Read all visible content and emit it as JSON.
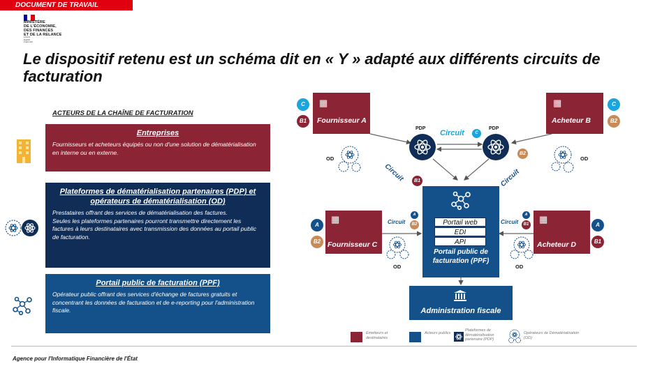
{
  "header": {
    "ribbon": "DOCUMENT DE TRAVAIL",
    "ministry": [
      "MINISTÈRE",
      "DE L'ÉCONOMIE,",
      "DES FINANCES",
      "ET DE LA RELANCE"
    ],
    "motto": [
      "Liberté",
      "Égalité",
      "Fraternité"
    ]
  },
  "title": "Le dispositif retenu est un schéma dit en « Y » adapté aux différents circuits de facturation",
  "actors": {
    "heading": "ACTEURS DE LA CHAÎNE DE FACTURATION",
    "entreprises": {
      "title": "Entreprises",
      "text": "Fournisseurs et acheteurs équipés ou non d'une solution de dématérialisation en interne ou en externe."
    },
    "pdp": {
      "title": "Plateformes de dématérialisation partenaires (PDP) et opérateurs de dématérialisation (OD)",
      "text1": "Prestataires offrant des services de dématérialisation des factures.",
      "text2": "Seules les plateformes partenaires pourront transmettre directement les factures à leurs destinataires avec transmission des données au portail public de facturation."
    },
    "ppf": {
      "title": "Portail public de facturation (PPF)",
      "text": "Opérateur public offrant des services d'échange de factures gratuits et concentrant les données de facturation et de e-reporting pour l'administration fiscale."
    }
  },
  "diagram": {
    "fournisseur_a": "Fournisseur A",
    "acheteur_b": "Acheteur B",
    "fournisseur_c": "Fournisseur C",
    "acheteur_d": "Acheteur D",
    "pdp": "PDP",
    "od": "OD",
    "circuit": "Circuit",
    "badges": {
      "a": "A",
      "b1": "B1",
      "b2": "B2",
      "c": "C"
    },
    "ppf_fields": [
      "Portail web",
      "EDI",
      "API"
    ],
    "ppf_label": "Portail public de facturation (PPF)",
    "admin": "Administration fiscale"
  },
  "legend": {
    "emetteurs": "Emetteurs et destinataires",
    "publics": "Acteurs publics",
    "pdp": "Plateformes de dématérialisation partenaire (PDP)",
    "od": "Opérateurs de Dématérialisation (OD)"
  },
  "footer": "Agence pour l'Informatique Financière de l'État",
  "colors": {
    "maroon": "#8b2434",
    "navy": "#0f2d57",
    "blue": "#14518b",
    "cyan": "#1aa5df",
    "tan": "#c98a56",
    "red": "#e1000f"
  }
}
